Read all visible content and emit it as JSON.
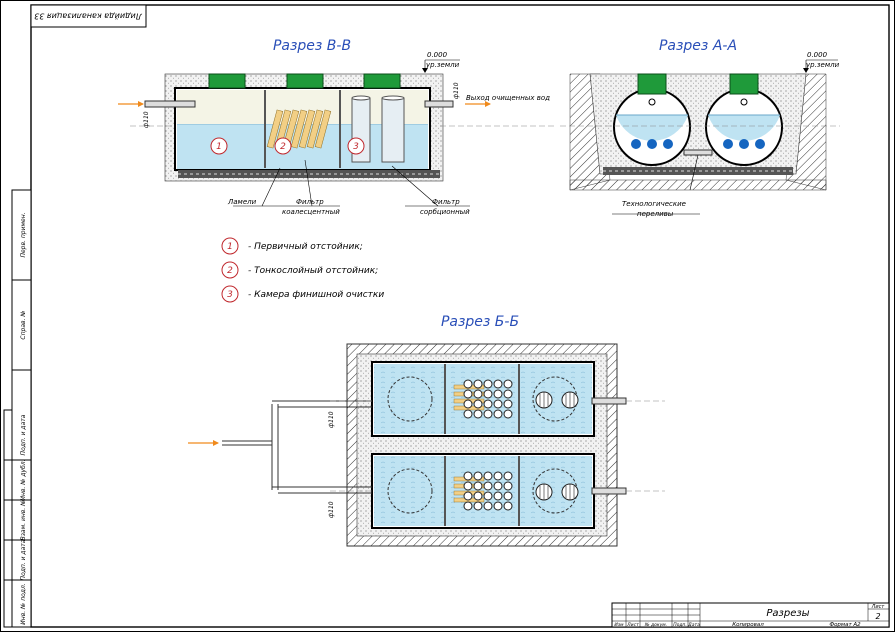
{
  "stamp_top": "Лидийда канализация 33",
  "section_bb": "Разрез В-В",
  "section_aa": "Разрез А-А",
  "section_b2": "Разрез Б-Б",
  "level_value": "0.000",
  "level_label": "ур.земли",
  "pipe_dia": "ф110",
  "outlet_label": "Выход очищенных вод",
  "chamber_numbers": [
    "1",
    "2",
    "3"
  ],
  "callouts": {
    "lamels": "Ламели",
    "coalescent_1": "Фильтр",
    "coalescent_2": "коалесцентный",
    "sorption_1": "Фильтр",
    "sorption_2": "сорбционный",
    "overflow_1": "Технологические",
    "overflow_2": "переливы"
  },
  "legend": [
    {
      "num": "1",
      "text": "- Первичный отстойник;"
    },
    {
      "num": "2",
      "text": "- Тонкослойный отстойник;"
    },
    {
      "num": "3",
      "text": "- Камера финишной очистки"
    }
  ],
  "side_stamp": [
    "Перв. примен.",
    "Справ. №",
    "Подп. и дата",
    "Инв. № дубл.",
    "Взам. инв. №",
    "Подп. и дата",
    "Инв. № подл."
  ],
  "title_block": {
    "title": "Разрезы",
    "sheet_label": "Лист",
    "sheet_number": "2",
    "cols": [
      "Изм",
      "Лист",
      "№ докум.",
      "Подп.",
      "Дата"
    ],
    "copied": "Копировал",
    "format": "Формат А2"
  },
  "colors": {
    "water": "#bfe3f2",
    "lid": "#1f9a3a",
    "chamber_num": "#c0282d",
    "heading": "#2a4fb8",
    "arrow": "#f08a1c",
    "ball": "#1565c0"
  }
}
